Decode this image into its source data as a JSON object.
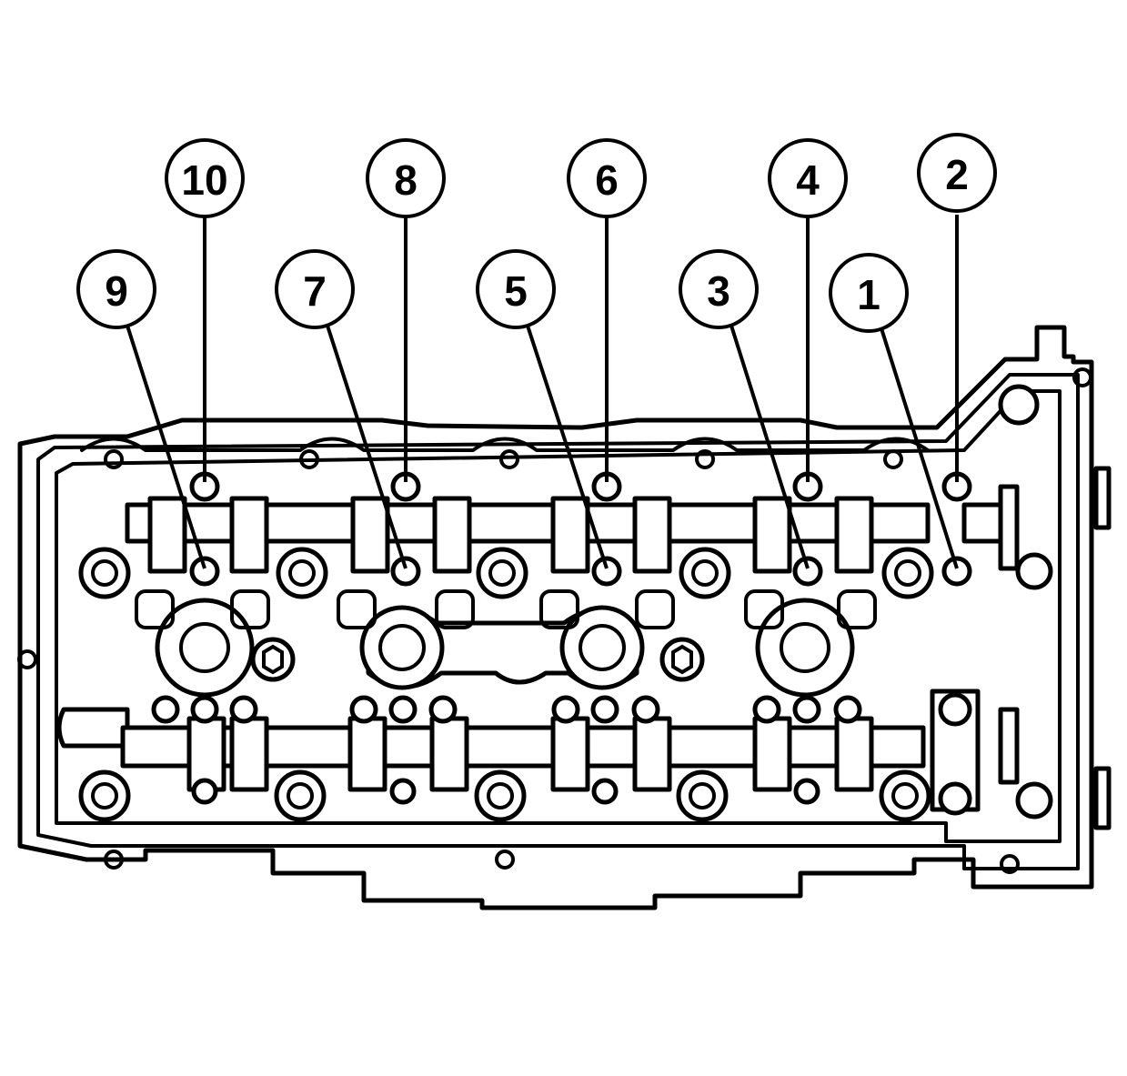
{
  "callouts": [
    {
      "label": "10"
    },
    {
      "label": "8"
    },
    {
      "label": "6"
    },
    {
      "label": "4"
    },
    {
      "label": "2"
    },
    {
      "label": "9"
    },
    {
      "label": "7"
    },
    {
      "label": "5"
    },
    {
      "label": "3"
    },
    {
      "label": "1"
    }
  ]
}
